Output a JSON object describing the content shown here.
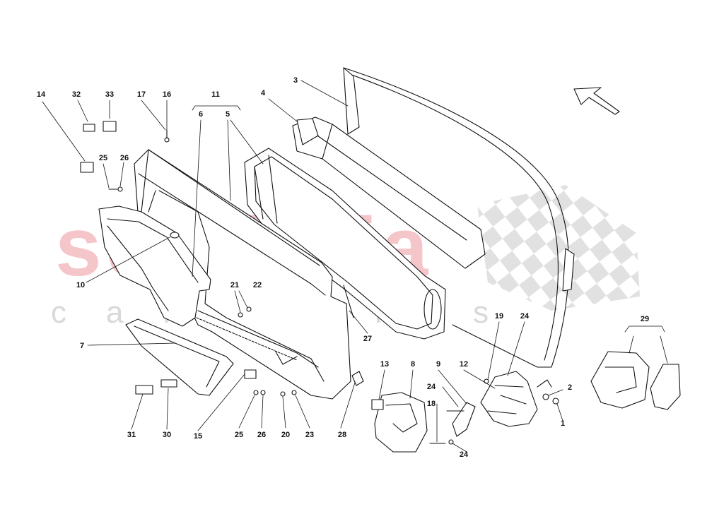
{
  "watermark": {
    "brand": "scuderia",
    "tagline": "car parts"
  },
  "callouts": [
    {
      "id": "14",
      "text": "14"
    },
    {
      "id": "32",
      "text": "32"
    },
    {
      "id": "33",
      "text": "33"
    },
    {
      "id": "17",
      "text": "17"
    },
    {
      "id": "16",
      "text": "16"
    },
    {
      "id": "11",
      "text": "11"
    },
    {
      "id": "6",
      "text": "6"
    },
    {
      "id": "5",
      "text": "5"
    },
    {
      "id": "4",
      "text": "4"
    },
    {
      "id": "3",
      "text": "3"
    },
    {
      "id": "25a",
      "text": "25"
    },
    {
      "id": "26a",
      "text": "26"
    },
    {
      "id": "10",
      "text": "10"
    },
    {
      "id": "21",
      "text": "21"
    },
    {
      "id": "22",
      "text": "22"
    },
    {
      "id": "27",
      "text": "27"
    },
    {
      "id": "7",
      "text": "7"
    },
    {
      "id": "13",
      "text": "13"
    },
    {
      "id": "8",
      "text": "8"
    },
    {
      "id": "9",
      "text": "9"
    },
    {
      "id": "12",
      "text": "12"
    },
    {
      "id": "19",
      "text": "19"
    },
    {
      "id": "24a",
      "text": "24"
    },
    {
      "id": "24b",
      "text": "24"
    },
    {
      "id": "18",
      "text": "18"
    },
    {
      "id": "24c",
      "text": "24"
    },
    {
      "id": "2",
      "text": "2"
    },
    {
      "id": "1",
      "text": "1"
    },
    {
      "id": "29",
      "text": "29"
    },
    {
      "id": "31",
      "text": "31"
    },
    {
      "id": "30",
      "text": "30"
    },
    {
      "id": "15",
      "text": "15"
    },
    {
      "id": "25b",
      "text": "25"
    },
    {
      "id": "26b",
      "text": "26"
    },
    {
      "id": "20",
      "text": "20"
    },
    {
      "id": "23",
      "text": "23"
    },
    {
      "id": "28",
      "text": "28"
    }
  ]
}
